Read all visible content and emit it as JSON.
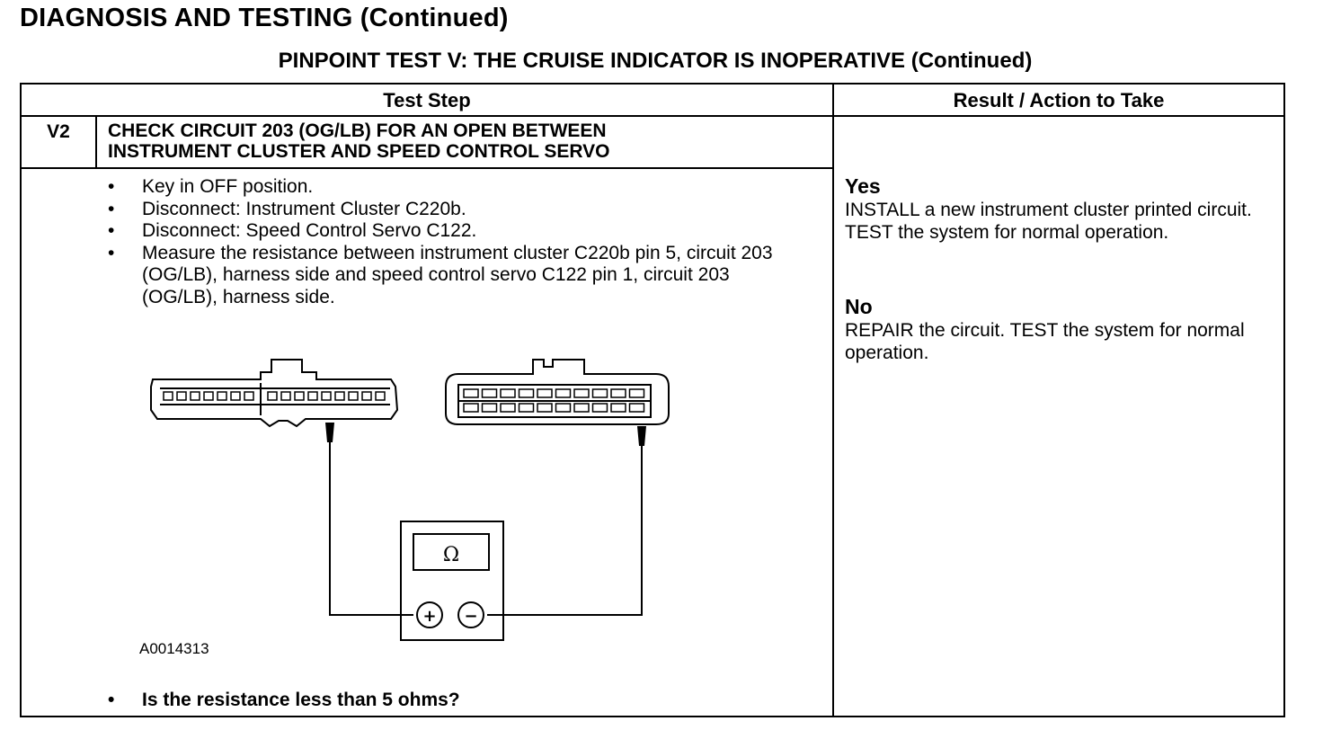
{
  "page": {
    "heading": "DIAGNOSIS AND TESTING (Continued)",
    "subheading": "PINPOINT TEST V: THE CRUISE INDICATOR IS INOPERATIVE (Continued)"
  },
  "table": {
    "col_test_step": "Test Step",
    "col_result": "Result / Action to Take",
    "step_id": "V2",
    "step_title_line1": "CHECK CIRCUIT 203 (OG/LB) FOR AN OPEN BETWEEN",
    "step_title_line2": "INSTRUMENT CLUSTER AND SPEED CONTROL SERVO",
    "bullets": [
      "Key in OFF position.",
      "Disconnect: Instrument Cluster C220b.",
      "Disconnect: Speed Control Servo C122.",
      "Measure the resistance between instrument cluster C220b pin 5, circuit 203 (OG/LB), harness side and speed control servo C122 pin 1, circuit 203 (OG/LB), harness side."
    ],
    "figure_id": "A0014313",
    "question": "Is the resistance less than 5 ohms?",
    "yes_label": "Yes",
    "yes_action": "INSTALL a new instrument cluster printed circuit. TEST the system for normal operation.",
    "no_label": "No",
    "no_action": "REPAIR the circuit. TEST the system for normal operation."
  },
  "diagram": {
    "meter_symbol": "Ω",
    "plus_symbol": "+",
    "minus_symbol": "−"
  }
}
